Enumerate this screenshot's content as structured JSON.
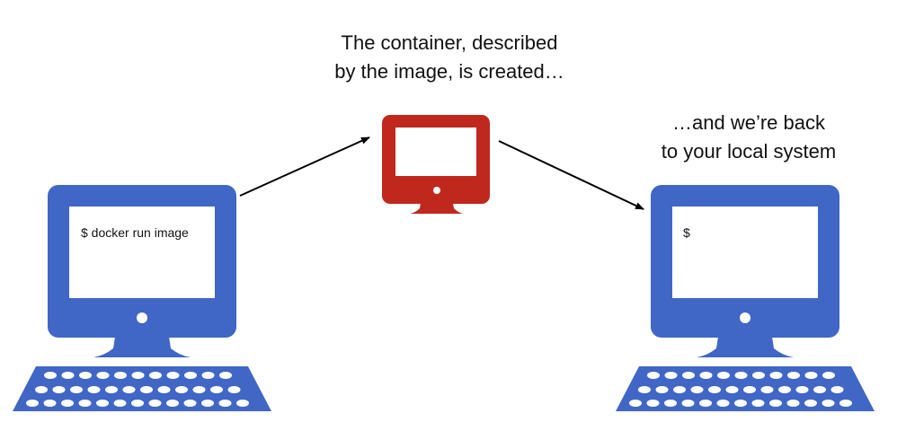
{
  "captions": {
    "container_created": [
      "The container, described",
      "by the image, is created…"
    ],
    "back_to_local": [
      "…and we’re back",
      "to your local system"
    ]
  },
  "screens": {
    "left_terminal": "$ docker run image",
    "right_terminal": "$"
  },
  "colors": {
    "local_computer": "#4066c6",
    "container_computer": "#c0281e",
    "screen": "#ffffff",
    "arrow": "#000000"
  },
  "icons": {
    "computer": "desktop-computer-icon",
    "container": "monitor-icon",
    "keyboard": "keyboard-icon"
  }
}
